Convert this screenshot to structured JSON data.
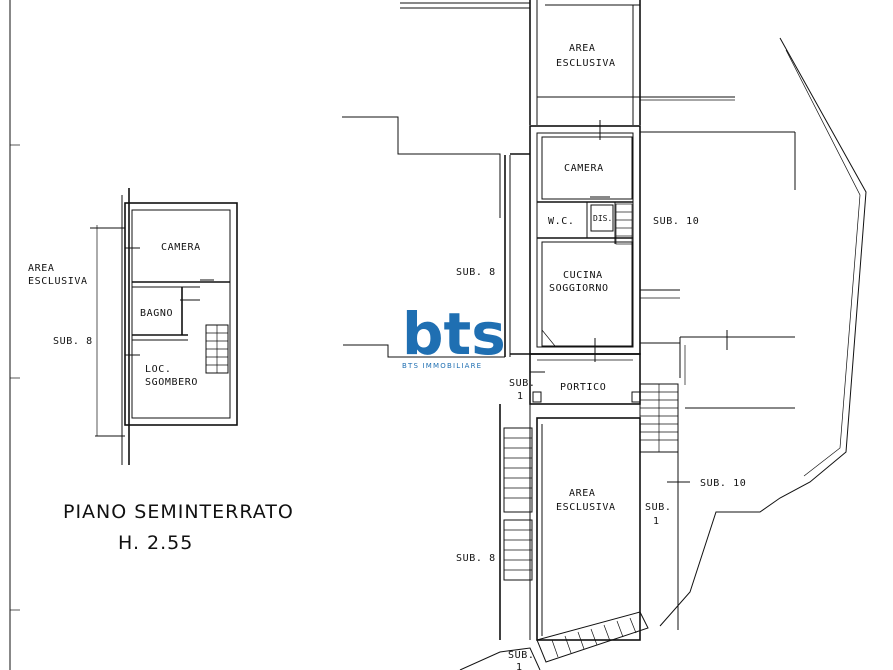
{
  "drawing": {
    "title": "PIANO SEMINTERRATO",
    "height_label": "H. 2.55"
  },
  "logo": {
    "mark": "bts",
    "tagline": "BTS IMMOBILIARE",
    "color": "#1f6fb2"
  },
  "left_plan": {
    "area_esclusiva": [
      "AREA",
      "ESCLUSIVA"
    ],
    "sub": "SUB. 8",
    "rooms": {
      "camera": "CAMERA",
      "bagno": "BAGNO",
      "loc": [
        "LOC.",
        "SGOMBERO"
      ]
    }
  },
  "right_plan": {
    "area_top": [
      "AREA",
      "ESCLUSIVA"
    ],
    "camera": "CAMERA",
    "wc": "W.C.",
    "dis": "DIS.",
    "cucina": [
      "CUCINA",
      "SOGGIORNO"
    ],
    "portico": "PORTICO",
    "area_bottom": [
      "AREA",
      "ESCLUSIVA"
    ],
    "sub8_upper": "SUB. 8",
    "sub8_lower": "SUB. 8",
    "sub10_upper": "SUB. 10",
    "sub10_lower": "SUB. 10",
    "sub1_a": [
      "SUB.",
      "1"
    ],
    "sub1_b": [
      "SUB.",
      "1"
    ],
    "sub1_c": [
      "SUB.",
      "1"
    ]
  }
}
